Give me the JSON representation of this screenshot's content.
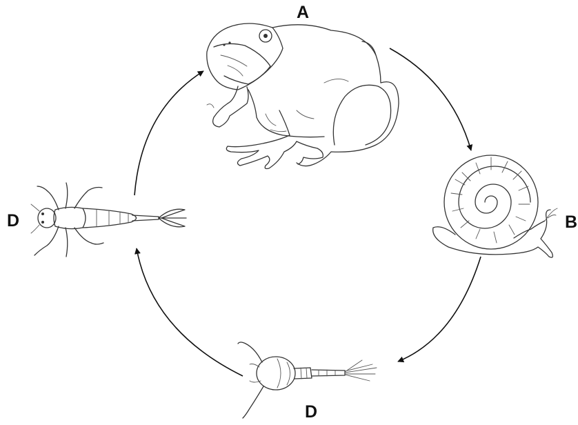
{
  "labels": {
    "a": "A",
    "b": "B",
    "d_left": "D",
    "d_bottom": "D"
  },
  "organisms": {
    "a": "frog-icon",
    "b": "snail-icon",
    "d_left": "dragonfly-nymph-icon",
    "d_bottom": "water-larva-icon"
  },
  "colors": {
    "ink": "#333333",
    "arrow": "#111111",
    "background": "#ffffff"
  }
}
